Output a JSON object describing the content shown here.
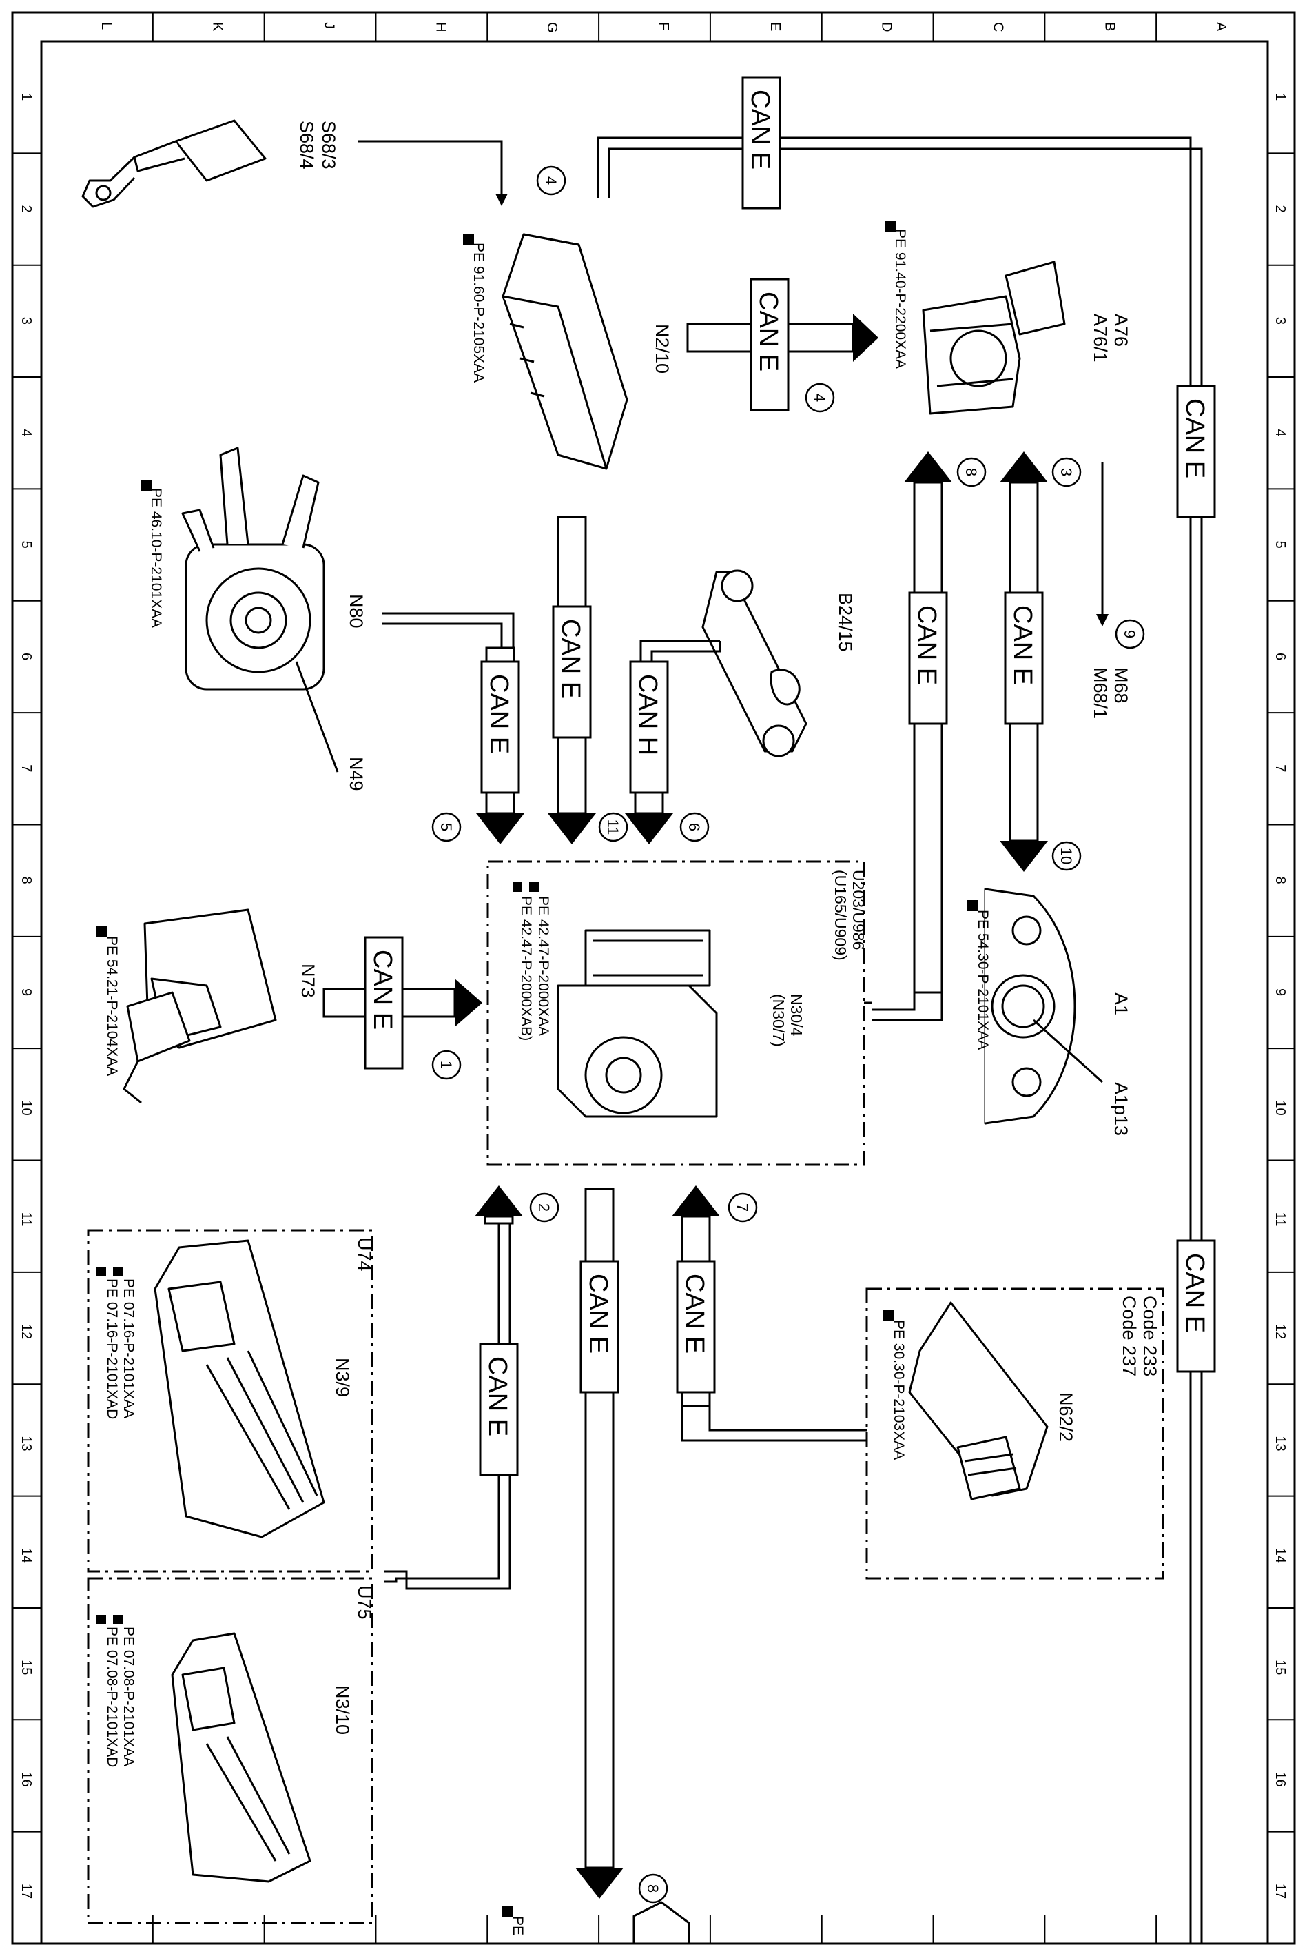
{
  "grid": {
    "rows": [
      "1",
      "2",
      "3",
      "4",
      "5",
      "6",
      "7",
      "8",
      "9",
      "10",
      "11",
      "12",
      "13",
      "14",
      "15",
      "16",
      "17"
    ],
    "cols": [
      "L",
      "K",
      "J",
      "H",
      "G",
      "F",
      "E",
      "D",
      "C",
      "B",
      "A"
    ]
  },
  "bus_labels": {
    "can_e": "CAN E",
    "can_h": "CAN H"
  },
  "components": {
    "s68": {
      "line1": "S68/3",
      "line2": "S68/4"
    },
    "n2_10": {
      "code": "N2/10",
      "pe": "PE 91.60-P-2105XAA"
    },
    "a76": {
      "line1": "A76",
      "line2": "A76/1",
      "pe": "PE 91.40-P-2200XAA"
    },
    "m68": {
      "line1": "M68",
      "line2": "M68/1"
    },
    "n80": {
      "code": "N80",
      "n49": "N49",
      "pe": "PE 46.10-P-2101XAA"
    },
    "b24": {
      "code": "B24/15"
    },
    "n30": {
      "line1": "U203/U986",
      "line2": "(U165/U909)",
      "line3": "N30/4",
      "line4": "(N30/7)",
      "pe1": "PE 42.47-P-2000XAA",
      "pe2": "PE 42.47-P-2000XAB)"
    },
    "a1": {
      "code": "A1",
      "sub": "A1p13",
      "pe": "PE 54.30-P-2101XAA"
    },
    "n73": {
      "code": "N73",
      "pe": "PE 54.21-P-2104XAA"
    },
    "u74": {
      "box": "U74",
      "code": "N3/9",
      "pe1": "PE 07.16-P-2101XAA",
      "pe2": "PE 07.16-P-2101XAD"
    },
    "u75": {
      "box": "U75",
      "code": "N3/10",
      "pe1": "PE 07.08-P-2101XAA",
      "pe2": "PE 07.08-P-2101XAD"
    },
    "n62": {
      "code1": "Code 233",
      "code2": "Code 237",
      "code": "N62/2",
      "pe": "PE 30.30-P-2103XAA"
    },
    "bottom_pe": "PE"
  },
  "callouts": {
    "c1": "1",
    "c2": "2",
    "c3": "3",
    "c4a": "4",
    "c4b": "4",
    "c5": "5",
    "c6": "6",
    "c7": "7",
    "c8a": "8",
    "c8b": "8",
    "c9": "9",
    "c10": "10",
    "c11": "11"
  }
}
